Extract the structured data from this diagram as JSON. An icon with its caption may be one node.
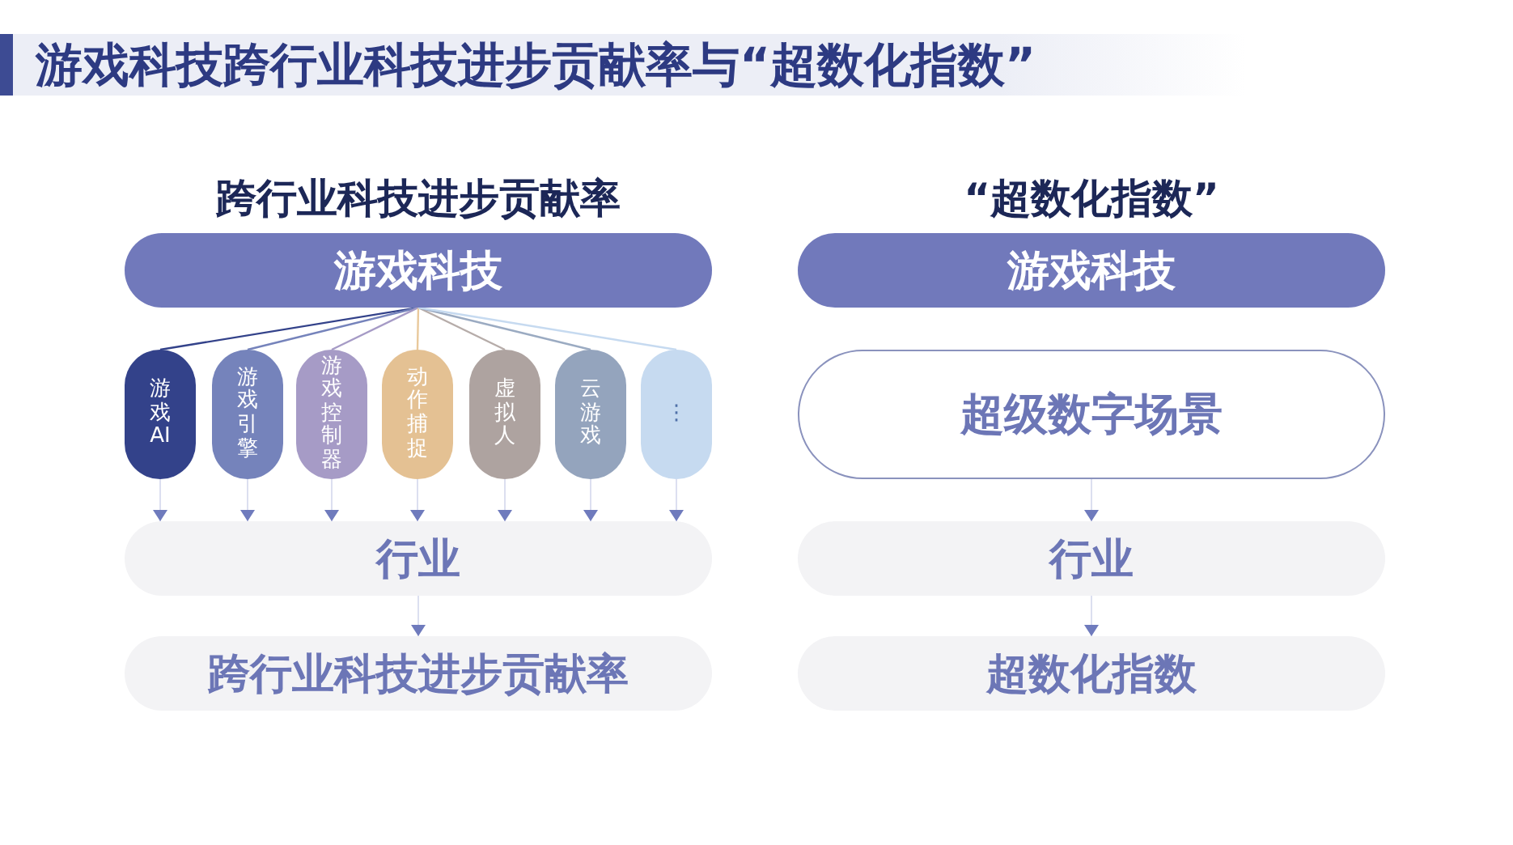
{
  "diagram": {
    "title": "游戏科技跨行业科技进步贡献率与“超数化指数”",
    "nodes": [
      {
        "text": [
          "游戏科技"
        ]
      },
      {
        "text": [
          "游戏AI"
        ]
      },
      {
        "text": [
          "游戏引擎"
        ]
      },
      {
        "text": [
          "游戏控制器"
        ]
      },
      {
        "text": [
          "动作捕捉"
        ]
      },
      {
        "text": [
          "虚拟人"
        ]
      },
      {
        "text": [
          "云游戏"
        ]
      },
      {
        "text": [
          "⋮"
        ]
      },
      {
        "text": [
          "行业"
        ]
      },
      {
        "text": [
          "跨行业科技进步贡献率"
        ]
      },
      {
        "text": [
          "游戏科技"
        ]
      },
      {
        "text": [
          "超级数字场景"
        ]
      },
      {
        "text": [
          "行业"
        ]
      },
      {
        "text": [
          "超数化指数"
        ]
      }
    ],
    "edges": [
      {
        "from": 0,
        "to": 1,
        "arrow": "none",
        "color": "#33428a"
      },
      {
        "from": 0,
        "to": 2,
        "arrow": "none",
        "color": "#7583bb"
      },
      {
        "from": 0,
        "to": 3,
        "arrow": "none",
        "color": "#a69bc6"
      },
      {
        "from": 0,
        "to": 4,
        "arrow": "none",
        "color": "#e9c99c"
      },
      {
        "from": 0,
        "to": 5,
        "arrow": "none",
        "color": "#b6aca9"
      },
      {
        "from": 0,
        "to": 6,
        "arrow": "none",
        "color": "#9babc2"
      },
      {
        "from": 0,
        "to": 7,
        "arrow": "none",
        "color": "#c6daf0"
      },
      {
        "from": 1,
        "to": 8,
        "arrow": "to"
      },
      {
        "from": 2,
        "to": 8,
        "arrow": "to"
      },
      {
        "from": 3,
        "to": 8,
        "arrow": "to"
      },
      {
        "from": 4,
        "to": 8,
        "arrow": "to"
      },
      {
        "from": 5,
        "to": 8,
        "arrow": "to"
      },
      {
        "from": 6,
        "to": 8,
        "arrow": "to"
      },
      {
        "from": 7,
        "to": 8,
        "arrow": "to"
      },
      {
        "from": 8,
        "to": 9,
        "arrow": "to"
      },
      {
        "from": 11,
        "to": 12,
        "arrow": "to"
      },
      {
        "from": 12,
        "to": 13,
        "arrow": "to"
      }
    ],
    "labels": [
      "跨行业科技进步贡献率",
      "“超数化指数”"
    ]
  }
}
